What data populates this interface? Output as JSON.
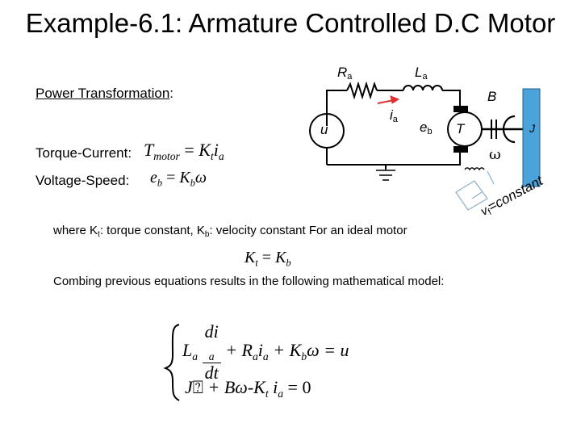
{
  "title": "Example-6.1: Armature Controlled D.C Motor",
  "labels": {
    "power": "Power Transformation",
    "power_colon": ":",
    "torque": "Torque-Current:",
    "voltage": "Voltage-Speed:"
  },
  "circuit": {
    "Ra": "R",
    "Ra_sub": "a",
    "La": "L",
    "La_sub": "a",
    "ia": "i",
    "ia_sub": "a",
    "eb": "e",
    "eb_sub": "b",
    "u": "u",
    "B": "B",
    "T": "T",
    "J": "J",
    "omega": "ω",
    "vf": "v",
    "vf_sub": "f",
    "constant": "=constant"
  },
  "equations": {
    "torque": {
      "lhs": "T",
      "lhs_sub": "motor",
      "rhs_a": "K",
      "rhs_a_sub": "t",
      "rhs_b": "i",
      "rhs_b_sub": "a"
    },
    "voltage": {
      "lhs": "e",
      "lhs_sub": "b",
      "rhs_a": "K",
      "rhs_a_sub": "b",
      "rhs_b": "ω"
    },
    "ideal": {
      "lhs": "K",
      "lhs_sub": "t",
      "rhs": "K",
      "rhs_sub": "b"
    }
  },
  "para1": {
    "pre": "where K",
    "kt_sub": "t",
    "mid": ": torque constant, K",
    "kb_sub": "b",
    "post": ": velocity constant For an ideal motor"
  },
  "para2": "Combing previous equations results in the following mathematical model:",
  "system": {
    "r1": {
      "La": "L",
      "La_sub": "a",
      "num": "di",
      "num_sub": "a",
      "den": "dt",
      "t2": "+ R",
      "t2_sub": "a",
      "t2b": "i",
      "t2b_sub": "a",
      "t3": "+ K",
      "t3_sub": "b",
      "t3b": "ω = u"
    },
    "r2": {
      "a": "J",
      "glyph": "⍰",
      "b": "+ B",
      "c": "ω",
      "d": "-K",
      "d_sub": "t",
      "e": "i",
      "e_sub": "a",
      "f": "= 0"
    }
  }
}
